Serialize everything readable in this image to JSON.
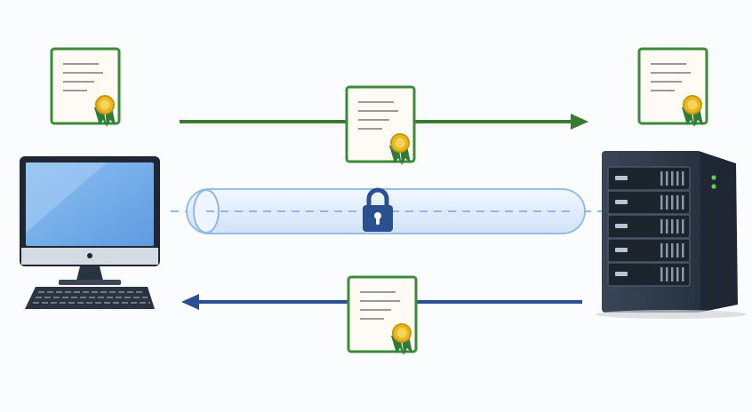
{
  "diagram": {
    "nodes": [
      {
        "id": "client",
        "icon": "desktop-computer-icon"
      },
      {
        "id": "server",
        "icon": "server-rack-icon"
      }
    ],
    "certificates": [
      {
        "id": "client-certificate",
        "icon": "certificate-icon"
      },
      {
        "id": "server-certificate",
        "icon": "certificate-icon"
      },
      {
        "id": "certificate-in-transit-to-server",
        "icon": "certificate-icon"
      },
      {
        "id": "certificate-in-transit-to-client",
        "icon": "certificate-icon"
      }
    ],
    "channel": {
      "icon": "padlock-icon",
      "style": "encrypted-tunnel"
    },
    "flows": [
      {
        "from": "client",
        "to": "server",
        "color": "#3b7a33"
      },
      {
        "from": "server",
        "to": "client",
        "color": "#2c4f8f"
      }
    ]
  },
  "colors": {
    "certificate_border": "#3c8a3a",
    "certificate_paper": "#fdfbf4",
    "seal_gold": "#e9b820",
    "seal_ribbon": "#2f7a36",
    "monitor_screen": "#7fb3ea",
    "server_body": "#2e3a48",
    "server_led": "#5ed04a",
    "tunnel_fill": "#e3efff",
    "tunnel_stroke": "#8fb8e8",
    "lock": "#2c4f8f"
  }
}
